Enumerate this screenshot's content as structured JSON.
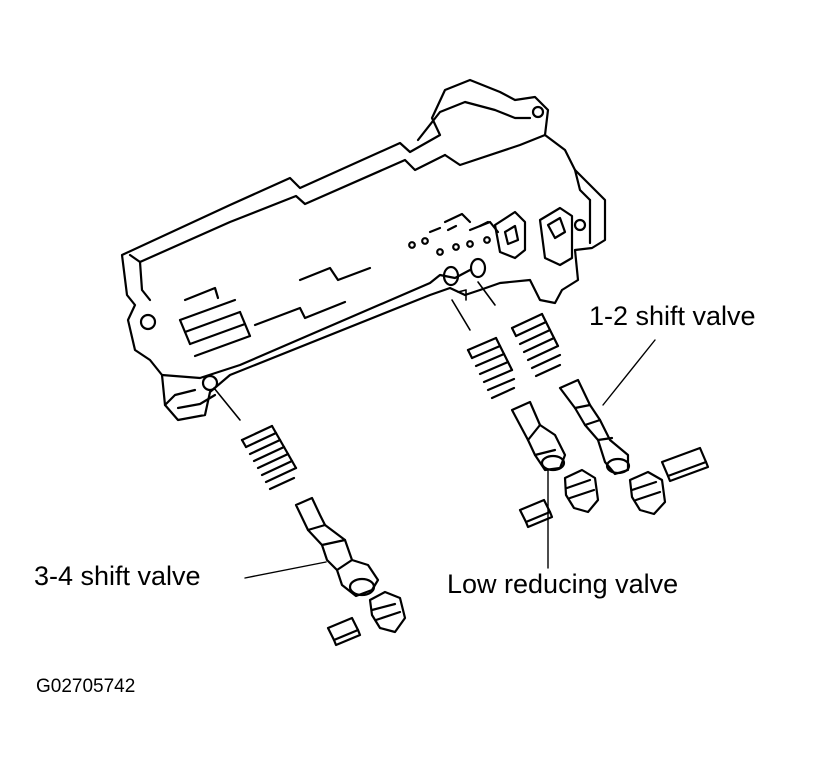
{
  "labels": {
    "shift_12": "1-2 shift valve",
    "shift_34": "3-4 shift valve",
    "low_reducing": "Low reducing valve"
  },
  "figure_code": "G02705742",
  "colors": {
    "ink": "#000000",
    "paper": "#ffffff"
  }
}
